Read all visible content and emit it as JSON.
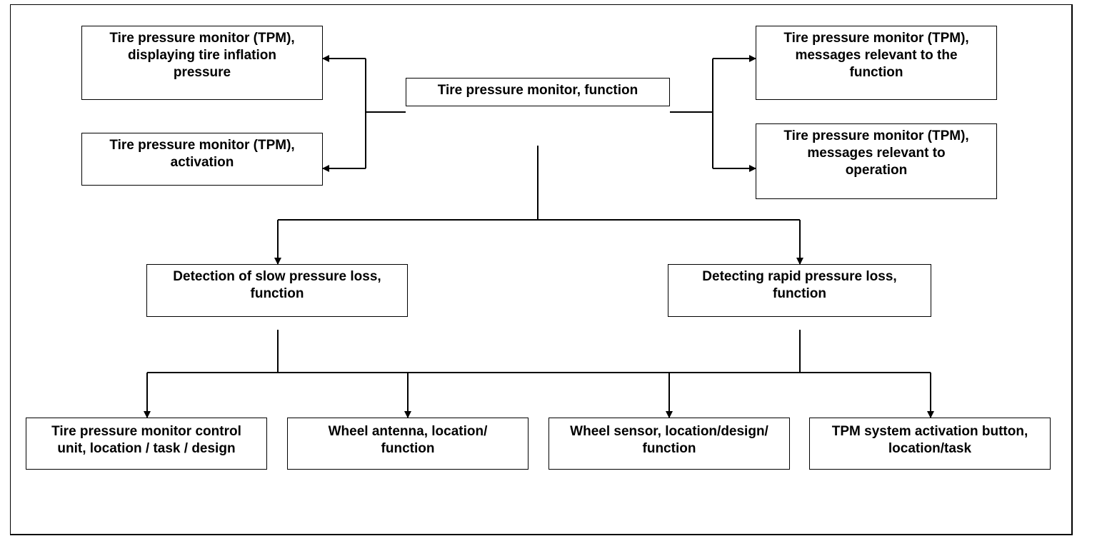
{
  "diagram": {
    "center": "Tire pressure monitor, function",
    "left_top": "Tire pressure monitor (TPM),\ndisplaying tire inflation\npressure",
    "left_bottom": "Tire pressure monitor (TPM),\nactivation",
    "right_top": "Tire pressure monitor (TPM),\nmessages relevant to the\nfunction",
    "right_bottom": "Tire pressure monitor (TPM),\nmessages relevant to\noperation",
    "slow_loss": "Detection of slow pressure loss,\nfunction",
    "rapid_loss": "Detecting rapid pressure loss,\nfunction",
    "control_unit": "Tire pressure monitor control\nunit, location / task / design",
    "wheel_antenna": "Wheel antenna, location/\nfunction",
    "wheel_sensor": "Wheel sensor, location/design/\nfunction",
    "activation_button": "TPM system activation button,\nlocation/task"
  }
}
